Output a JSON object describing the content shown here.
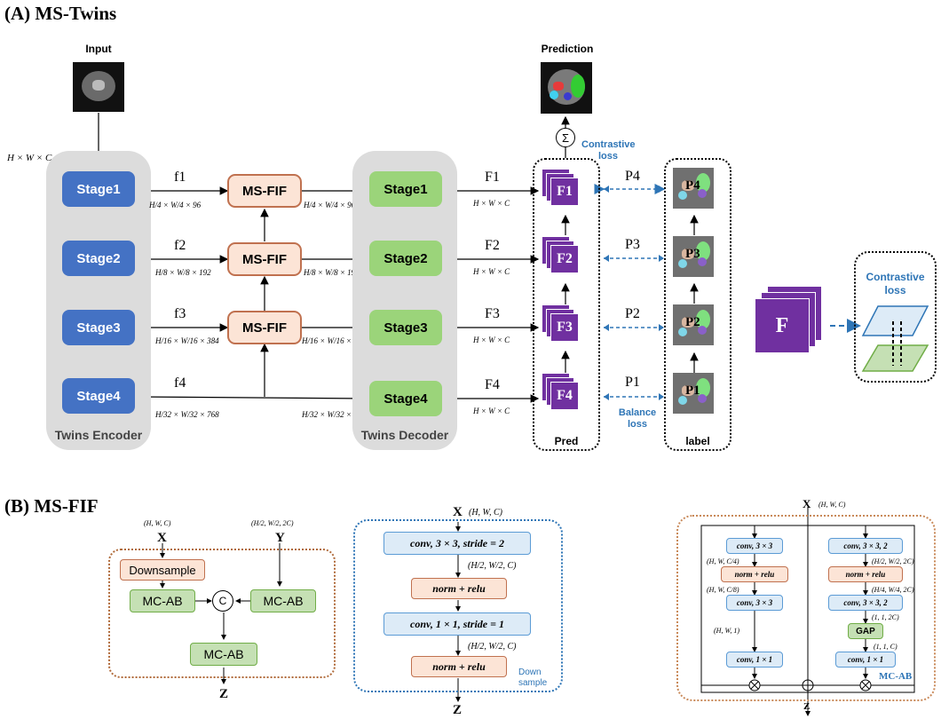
{
  "section_a": "(A) MS-Twins",
  "section_b": "(B) MS-FIF",
  "input_label": "Input",
  "prediction_label": "Prediction",
  "input_dims": "H × W × C",
  "encoder_label": "Twins Encoder",
  "decoder_label": "Twins Decoder",
  "encoder_stages": [
    "Stage1",
    "Stage2",
    "Stage3",
    "Stage4"
  ],
  "decoder_stages": [
    "Stage1",
    "Stage2",
    "Stage3",
    "Stage4"
  ],
  "fif_label": "MS-FIF",
  "f_labels": [
    "f1",
    "f2",
    "f3",
    "f4"
  ],
  "f_dims": [
    "H/4 × W/4 × 96",
    "H/8 × W/8 × 192",
    "H/16 × W/16 × 384",
    "H/32 × W/32 × 768"
  ],
  "F_labels": [
    "F1",
    "F2",
    "F3",
    "F4"
  ],
  "F_dims": "H × W × C",
  "P_labels": [
    "P4",
    "P3",
    "P2",
    "P1"
  ],
  "pred_label": "Pred",
  "label_label": "label",
  "sigma": "Σ",
  "contrastive_loss": "Contrastive loss",
  "balance_loss": "Balance loss",
  "big_F": "F",
  "contrastive_loss_right": "Contrastive loss",
  "fif_diagram": {
    "x_label": "X",
    "x_dims": "(H, W, C)",
    "y_label": "Y",
    "y_dims": "(H/2, W/2, 2C)",
    "downsample": "Downsample",
    "mcab": "MC-AB",
    "concat": "C",
    "z_label": "Z"
  },
  "down_diagram": {
    "x_label": "X",
    "x_dims": "(H, W, C)",
    "conv1": "conv, 3 × 3, stride = 2",
    "dims1": "(H/2, W/2, C)",
    "norm1": "norm + relu",
    "conv2": "conv, 1 × 1, stride = 1",
    "dims2": "(H/2, W/2, C)",
    "norm2": "norm + relu",
    "caption": "Down sample",
    "z_label": "Z"
  },
  "mcab_diagram": {
    "x_label": "X",
    "x_dims": "(H, W, C)",
    "l_conv1": "conv, 3 × 3",
    "l_dim1": "(H, W, C/4)",
    "l_norm": "norm + relu",
    "l_dim2": "(H, W, C/8)",
    "l_conv2": "conv, 3 × 3",
    "l_dim3": "(H, W, 1)",
    "l_conv3": "conv, 1 × 1",
    "r_conv1": "conv, 3 × 3, 2",
    "r_dim1": "(H/2, W/2, 2C)",
    "r_norm": "norm + relu",
    "r_dim2": "(H/4, W/4, 2C)",
    "r_conv2": "conv, 3 × 3, 2",
    "r_dim3": "(1, 1, 2C)",
    "r_gap": "GAP",
    "r_dim4": "(1, 1, C)",
    "r_conv3": "conv, 1 × 1",
    "caption": "MC-AB",
    "z_label": "Z"
  }
}
